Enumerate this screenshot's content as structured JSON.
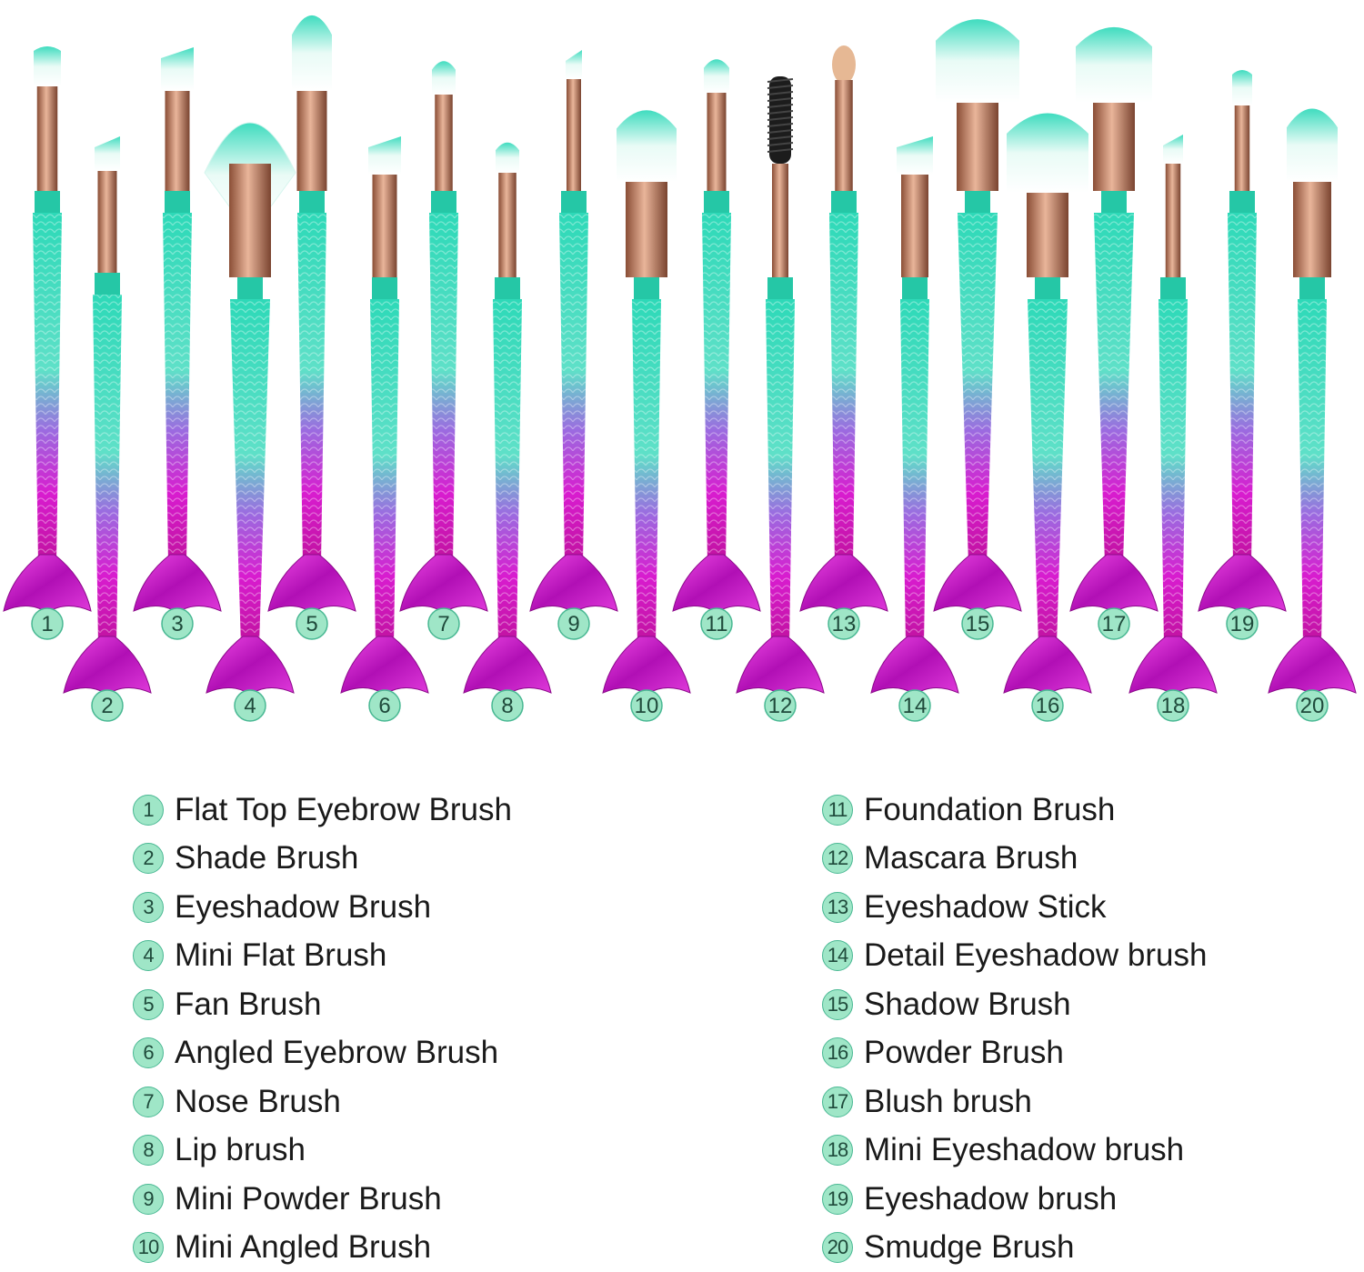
{
  "colors": {
    "teal": "#2ed9b8",
    "purple": "#9b6be0",
    "magenta": "#d81ccf",
    "ferrule": "#c88a6a",
    "badge": "#9fe6c7"
  },
  "brushes": [
    {
      "number": "1",
      "label": "Flat Top Eyebrow Brush"
    },
    {
      "number": "2",
      "label": "Shade Brush"
    },
    {
      "number": "3",
      "label": "Eyeshadow Brush"
    },
    {
      "number": "4",
      "label": "Mini Flat Brush"
    },
    {
      "number": "5",
      "label": "Fan Brush"
    },
    {
      "number": "6",
      "label": "Angled Eyebrow Brush"
    },
    {
      "number": "7",
      "label": "Nose Brush"
    },
    {
      "number": "8",
      "label": "Lip brush"
    },
    {
      "number": "9",
      "label": "Mini Powder Brush"
    },
    {
      "number": "10",
      "label": "Mini Angled Brush"
    },
    {
      "number": "11",
      "label": "Foundation Brush"
    },
    {
      "number": "12",
      "label": "Mascara Brush"
    },
    {
      "number": "13",
      "label": "Eyeshadow Stick"
    },
    {
      "number": "14",
      "label": "Detail Eyeshadow brush"
    },
    {
      "number": "15",
      "label": "Shadow Brush"
    },
    {
      "number": "16",
      "label": "Powder Brush"
    },
    {
      "number": "17",
      "label": "Blush brush"
    },
    {
      "number": "18",
      "label": "Mini Eyeshadow brush"
    },
    {
      "number": "19",
      "label": "Eyeshadow brush"
    },
    {
      "number": "20",
      "label": "Smudge Brush"
    }
  ]
}
